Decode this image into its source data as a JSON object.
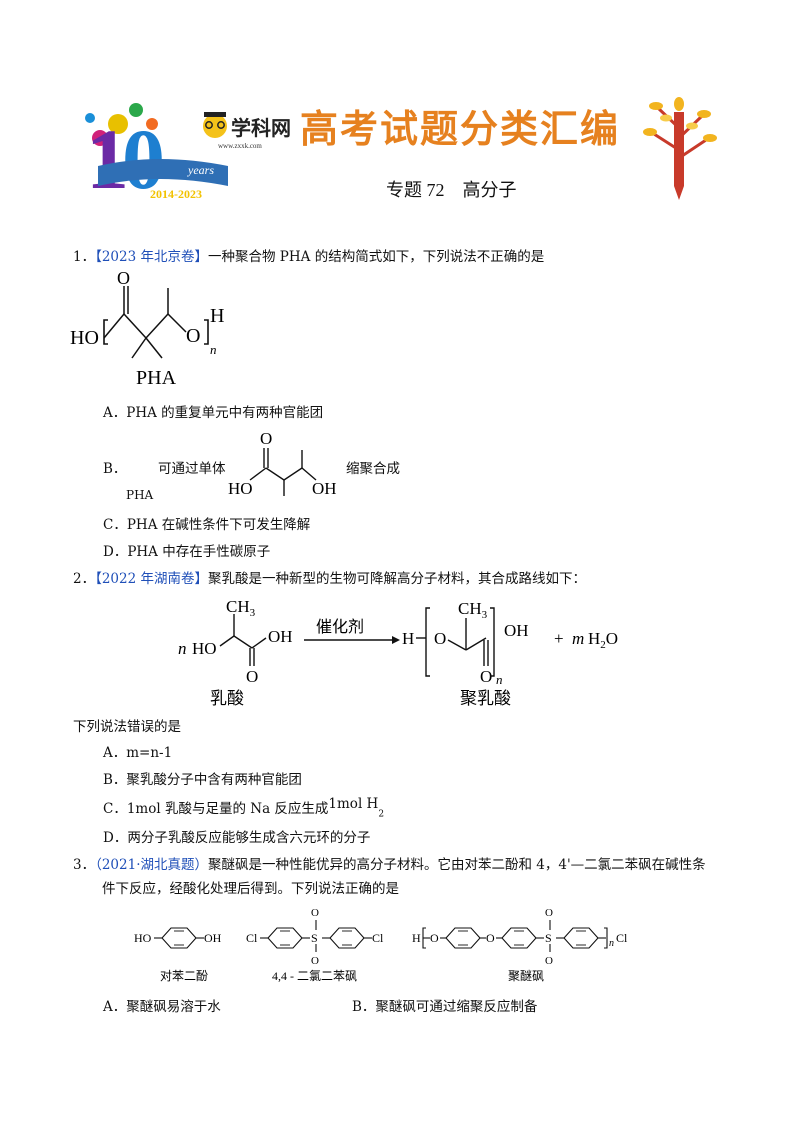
{
  "header": {
    "brand": "学科网",
    "site": "www.zxxk.com",
    "anniv_years": "years",
    "anniv_range": "2014-2023",
    "series_title": "高考试题分类汇编",
    "topic": "专题 72　高分子"
  },
  "questions": [
    {
      "num": "1．",
      "source": "【2023 年北京卷】",
      "stem": "一种聚合物 PHA 的结构简式如下，下列说法不正确的是",
      "figure": {
        "caption": "PHA",
        "end_left": "HO",
        "end_right": "H",
        "o_atom": "O",
        "n": "n"
      },
      "options": [
        {
          "label": "A．",
          "text": "PHA 的重复单元中有两种官能团"
        },
        {
          "label": "B．",
          "pre": "PHA",
          "text": "可通过单体",
          "post": "缩聚合成",
          "mono": {
            "o": "O",
            "ho": "HO",
            "oh": "OH"
          }
        },
        {
          "label": "C．",
          "text": "PHA 在碱性条件下可发生降解"
        },
        {
          "label": "D．",
          "text": "PHA 中存在手性碳原子"
        }
      ]
    },
    {
      "num": "2．",
      "source": "【2022 年湖南卷】",
      "stem": "聚乳酸是一种新型的生物可降解高分子材料，其合成路线如下：",
      "scheme": {
        "n": "n",
        "ho": "HO",
        "ch3": "CH",
        "ch3_sub": "3",
        "oh": "OH",
        "o": "O",
        "catalyst": "催化剂",
        "h": "H",
        "m": "m",
        "h2o": "H",
        "h2o_sub": "2",
        "h2o_o": "O",
        "plus": "+",
        "left_name": "乳酸",
        "right_name": "聚乳酸"
      },
      "lead": "下列说法错误的是",
      "options": [
        {
          "label": "A．",
          "text": "m=n-1"
        },
        {
          "label": "B．",
          "text": "聚乳酸分子中含有两种官能团"
        },
        {
          "label": "C．",
          "text": "1mol 乳酸与足量的 Na 反应生成",
          "tail": "1mol H",
          "tail_sub": "2"
        },
        {
          "label": "D．",
          "text": "两分子乳酸反应能够生成含六元环的分子"
        }
      ]
    },
    {
      "num": "3．",
      "source": "（2021·湖北真题）",
      "stem": "聚醚砜是一种性能优异的高分子材料。它由对苯二酚和 4，4'—二氯二苯砜在碱性条",
      "stem2": "件下反应，经酸化处理后得到。下列说法正确的是",
      "figure": {
        "ho": "HO",
        "oh": "OH",
        "cl": "Cl",
        "s": "S",
        "o": "O",
        "h": "H",
        "n": "n",
        "name1": "对苯二酚",
        "name2": "4,4 - 二氯二苯砜",
        "name3": "聚醚砜"
      },
      "options": [
        {
          "label": "A．",
          "text": "聚醚砜易溶于水"
        },
        {
          "label": "B．",
          "text": "聚醚砜可通过缩聚反应制备"
        }
      ]
    }
  ]
}
